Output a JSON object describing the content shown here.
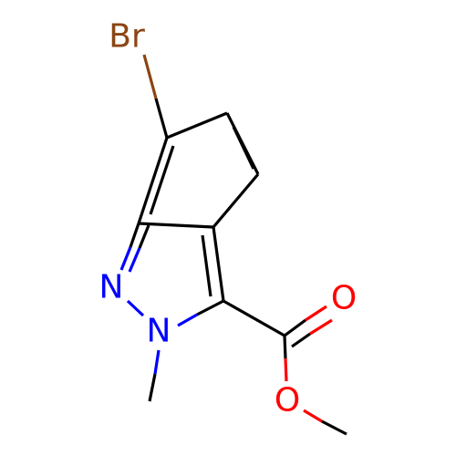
{
  "molecule": {
    "atoms": {
      "bromine": {
        "label": "Br",
        "color": "#8b4513"
      },
      "n1": {
        "label": "N",
        "color": "#0000ff"
      },
      "n2": {
        "label": "N",
        "color": "#0000ff"
      },
      "carbonyl_oxygen": {
        "label": "O",
        "color": "#ff0000"
      },
      "ester_oxygen": {
        "label": "O",
        "color": "#ff0000"
      }
    },
    "bond_color": "#000000"
  }
}
